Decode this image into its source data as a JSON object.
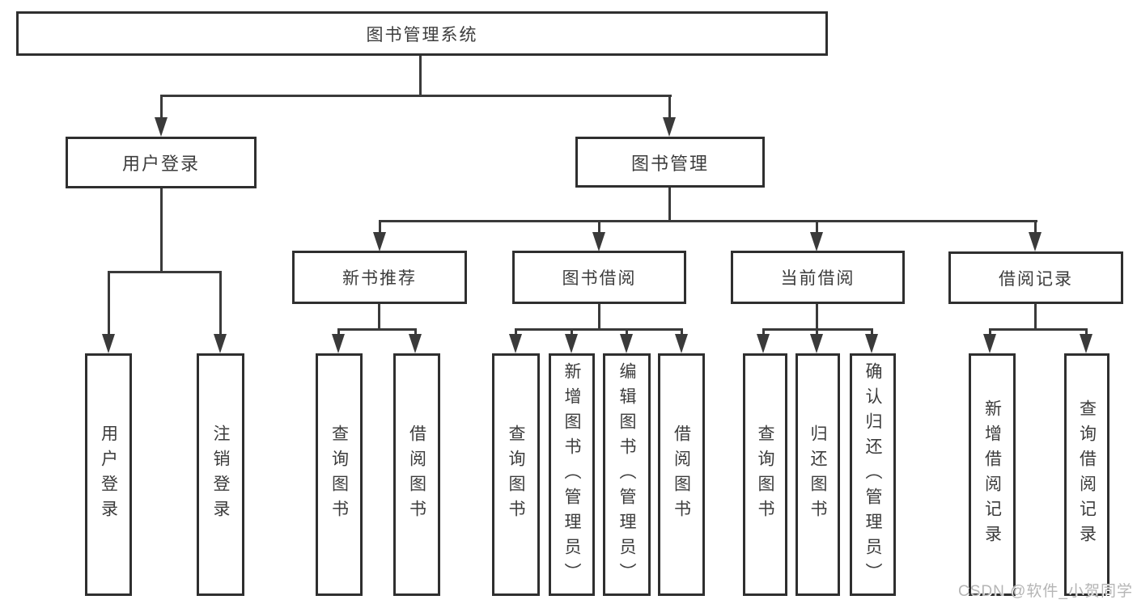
{
  "nodes": {
    "root": {
      "label": "图书管理系统"
    },
    "user_login": {
      "label": "用户登录"
    },
    "book_mgmt": {
      "label": "图书管理"
    },
    "new_book_rec": {
      "label": "新书推荐"
    },
    "book_borrow": {
      "label": "图书借阅"
    },
    "current_borrow": {
      "label": "当前借阅"
    },
    "borrow_record": {
      "label": "借阅记录"
    },
    "leaf_user_login": {
      "label": "用户登录"
    },
    "leaf_logout": {
      "label": "注销登录"
    },
    "leaf_query_book_1": {
      "label": "查询图书"
    },
    "leaf_borrow_book_1": {
      "label": "借阅图书"
    },
    "leaf_query_book_2": {
      "label": "查询图书"
    },
    "leaf_add_book": {
      "label": "新增图书（管理员）"
    },
    "leaf_edit_book": {
      "label": "编辑图书（管理员）"
    },
    "leaf_borrow_book_2": {
      "label": "借阅图书"
    },
    "leaf_query_book_3": {
      "label": "查询图书"
    },
    "leaf_return_book": {
      "label": "归还图书"
    },
    "leaf_confirm_return": {
      "label": "确认归还（管理员）"
    },
    "leaf_add_record": {
      "label": "新增借阅记录"
    },
    "leaf_query_record": {
      "label": "查询借阅记录"
    }
  },
  "watermark": {
    "text": "CSDN @软件_小贺同学"
  },
  "colors": {
    "background": "#ffffff",
    "box_border": "#2f2f2f",
    "line": "#3a3a3a",
    "text": "#3c3c3c",
    "watermark": "#b5b5b5"
  }
}
